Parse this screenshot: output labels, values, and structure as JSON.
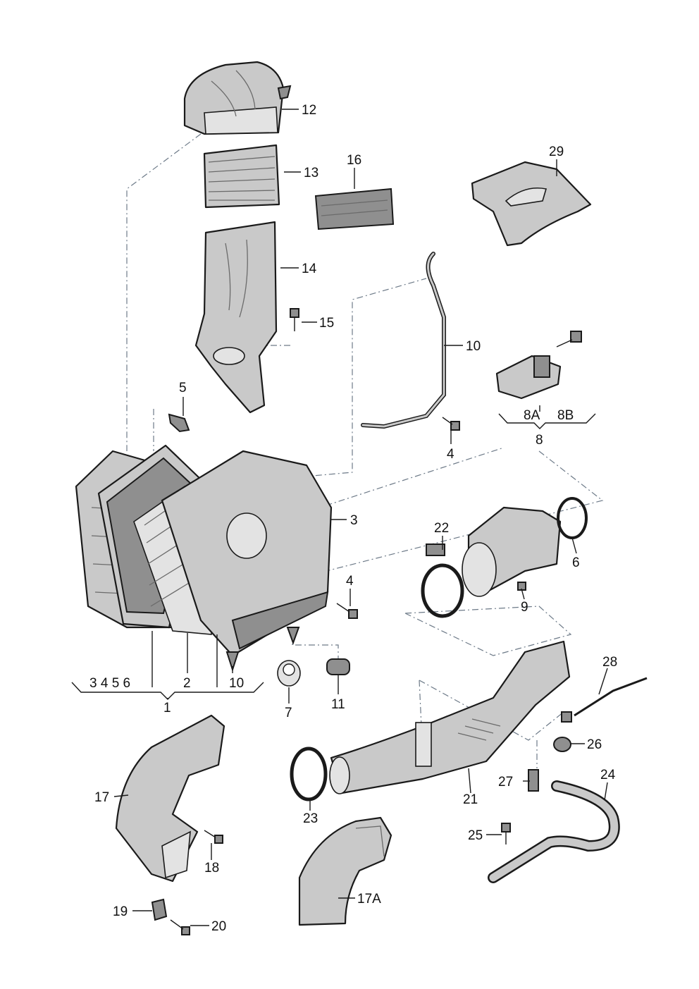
{
  "callouts": {
    "c1": "1",
    "c2": "2",
    "c3": "3",
    "c4a": "4",
    "c4b": "4",
    "c5": "5",
    "c6": "6",
    "c7": "7",
    "c8": "8",
    "c8a": "8A",
    "c8b": "8B",
    "c9": "9",
    "c10a": "10",
    "c10b": "10",
    "c11": "11",
    "c12": "12",
    "c13": "13",
    "c14": "14",
    "c15": "15",
    "c16": "16",
    "c17": "17",
    "c17a": "17A",
    "c18": "18",
    "c19": "19",
    "c20": "20",
    "c21": "21",
    "c22": "22",
    "c23": "23",
    "c24": "24",
    "c25": "25",
    "c26": "26",
    "c27": "27",
    "c28": "28",
    "c29": "29"
  },
  "group_labels": {
    "g1": "3 4 5 6"
  }
}
